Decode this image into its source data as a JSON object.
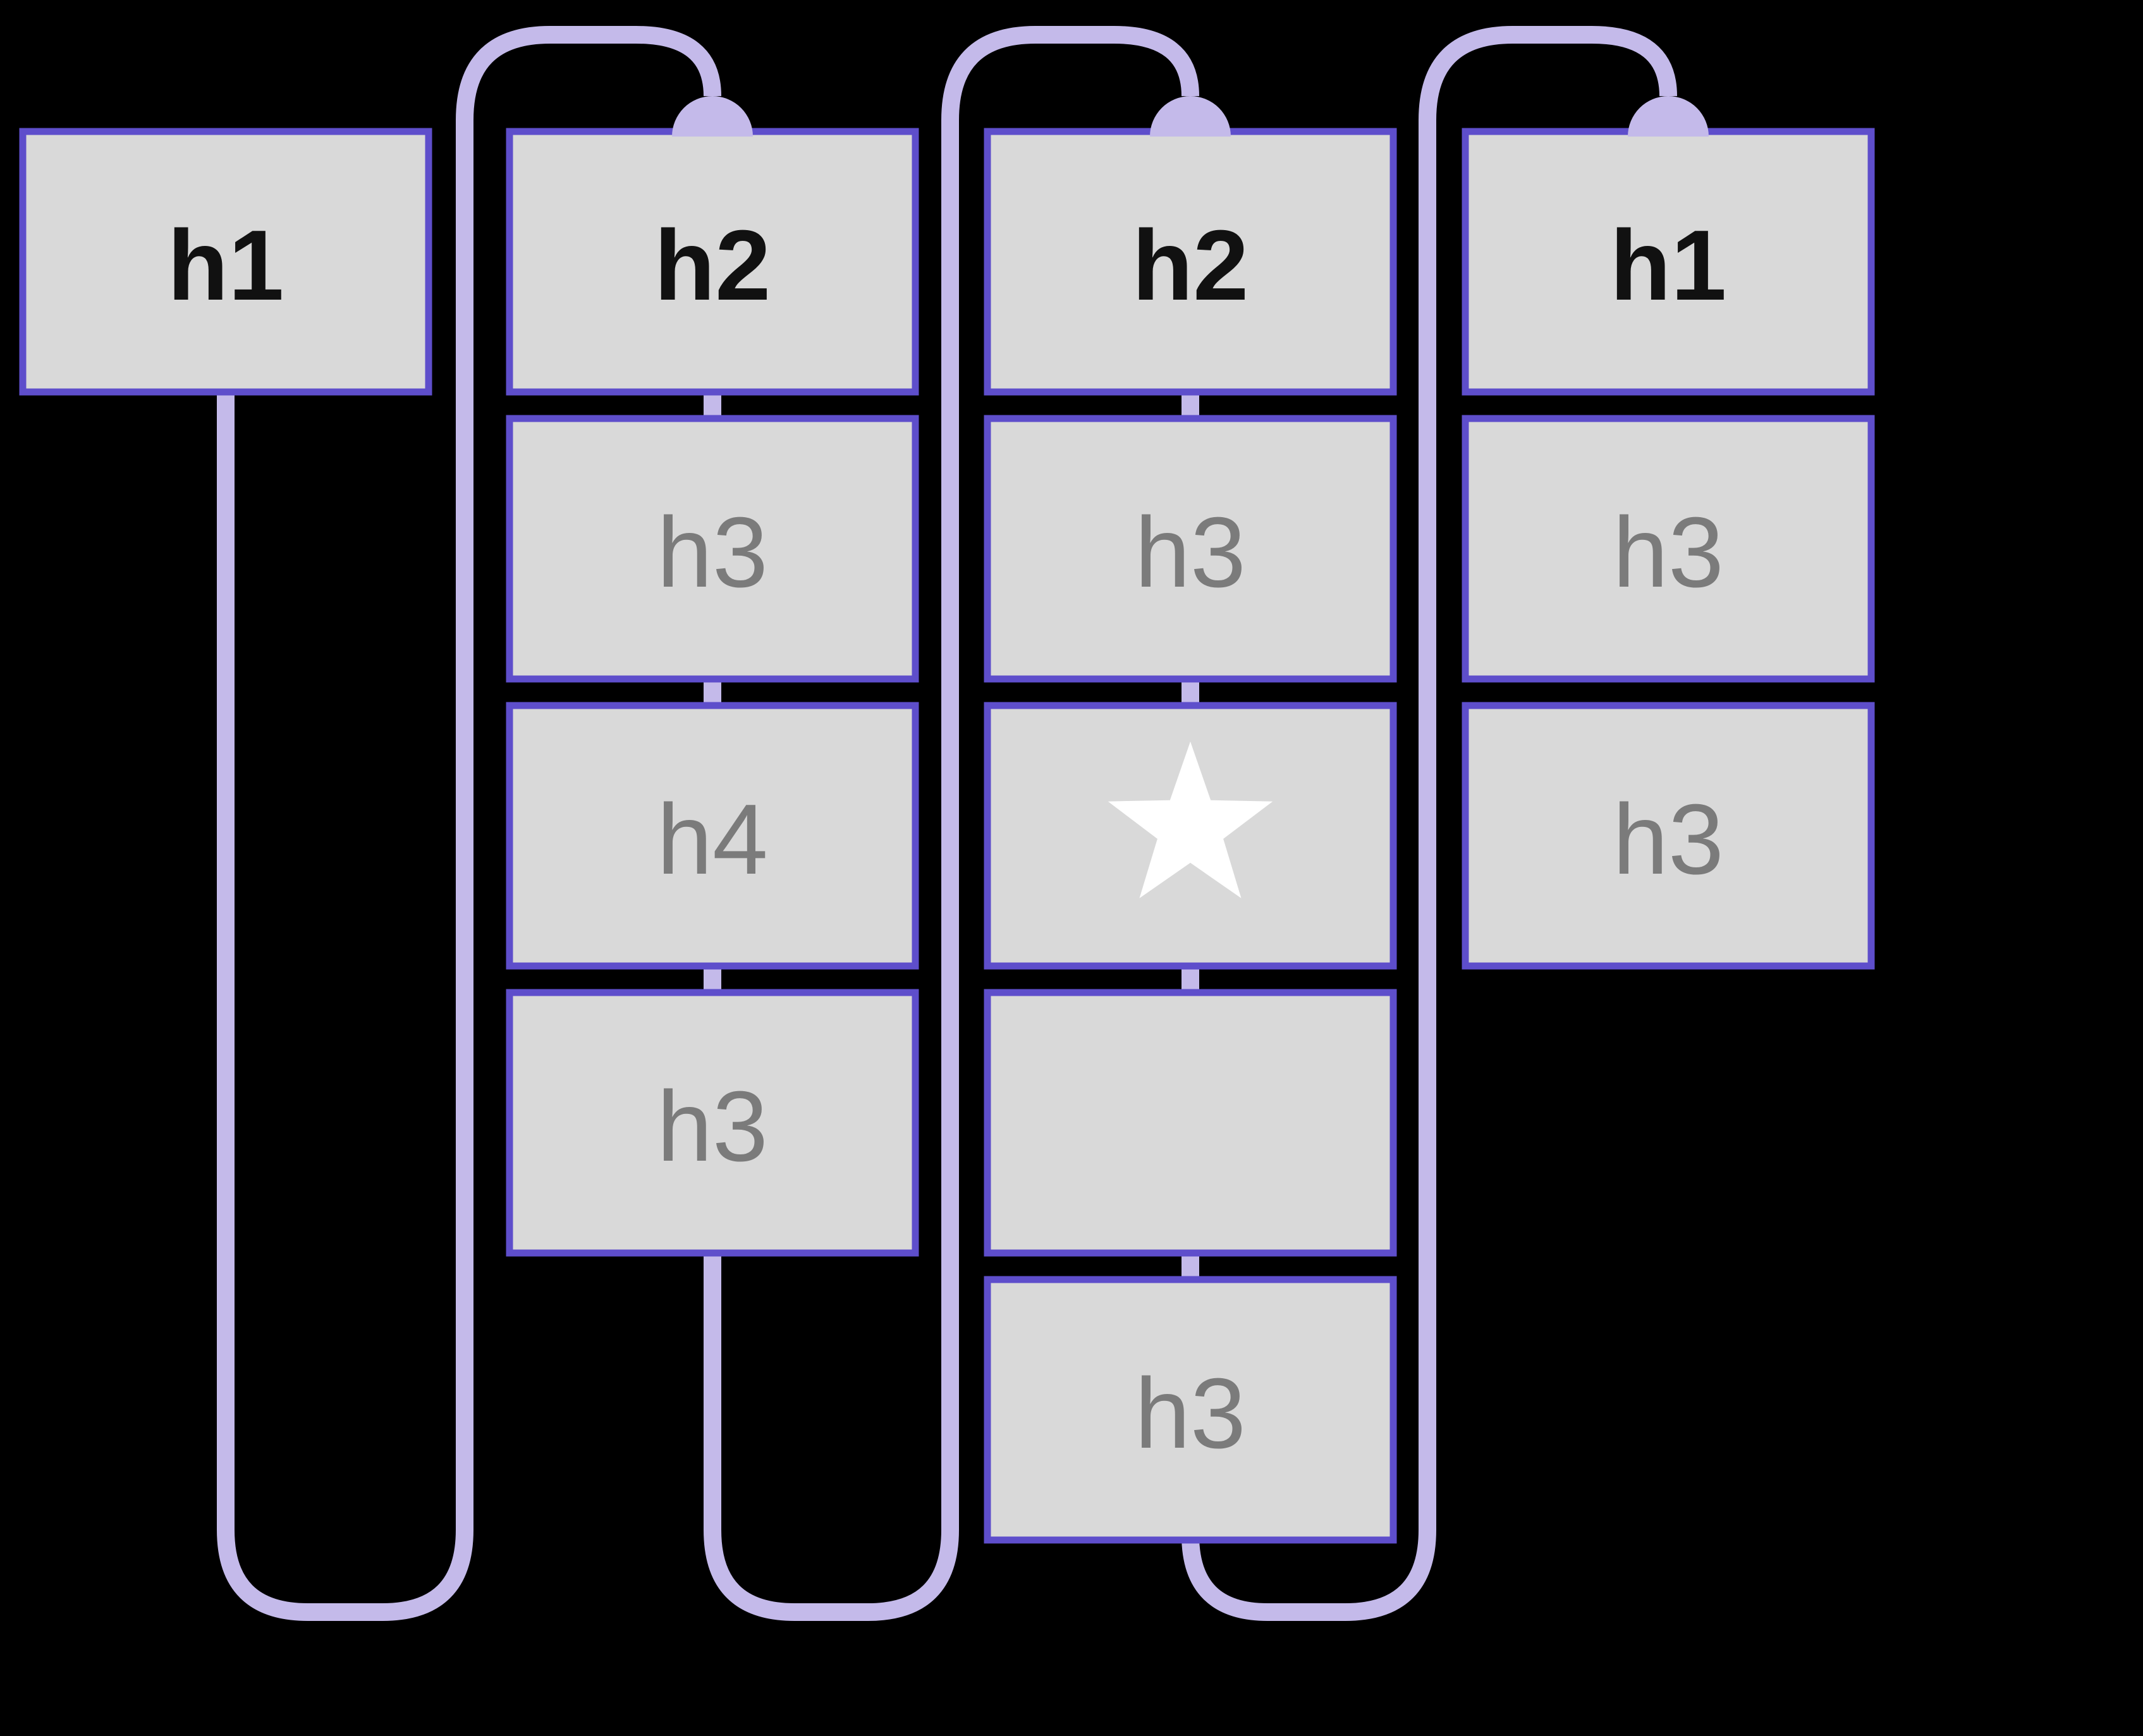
{
  "page": {
    "background": "#000000"
  },
  "diagram": {
    "kind": "heading-structure-traversal",
    "colors": {
      "background": "#000000",
      "box_fill": "#d9d9d9",
      "box_border": "#5e4ecb",
      "path": "#c4baea",
      "dot": "#c4baea",
      "primary_text": "#111111",
      "secondary_text": "#7b7b7b",
      "star": "#ffffff"
    },
    "columns": [
      {
        "id": "section-1",
        "entry_dot": false,
        "connectors": false,
        "exit_loop": true,
        "boxes": [
          {
            "label": "h1",
            "style": "primary"
          }
        ]
      },
      {
        "id": "section-2",
        "entry_dot": true,
        "connectors": true,
        "exit_loop": true,
        "boxes": [
          {
            "label": "h2",
            "style": "primary"
          },
          {
            "label": "h3",
            "style": "secondary"
          },
          {
            "label": "h4",
            "style": "secondary"
          },
          {
            "label": "h3",
            "style": "secondary"
          }
        ]
      },
      {
        "id": "section-3",
        "entry_dot": true,
        "connectors": true,
        "exit_loop": true,
        "boxes": [
          {
            "label": "h2",
            "style": "primary"
          },
          {
            "label": "h3",
            "style": "secondary"
          },
          {
            "label": "",
            "style": "star",
            "icon": "star-icon"
          },
          {
            "label": "",
            "style": "secondary"
          },
          {
            "label": "h3",
            "style": "secondary"
          }
        ]
      },
      {
        "id": "section-4",
        "entry_dot": true,
        "connectors": false,
        "exit_loop": false,
        "boxes": [
          {
            "label": "h1",
            "style": "primary"
          },
          {
            "label": "h3",
            "style": "secondary"
          },
          {
            "label": "h3",
            "style": "secondary"
          }
        ]
      }
    ]
  }
}
